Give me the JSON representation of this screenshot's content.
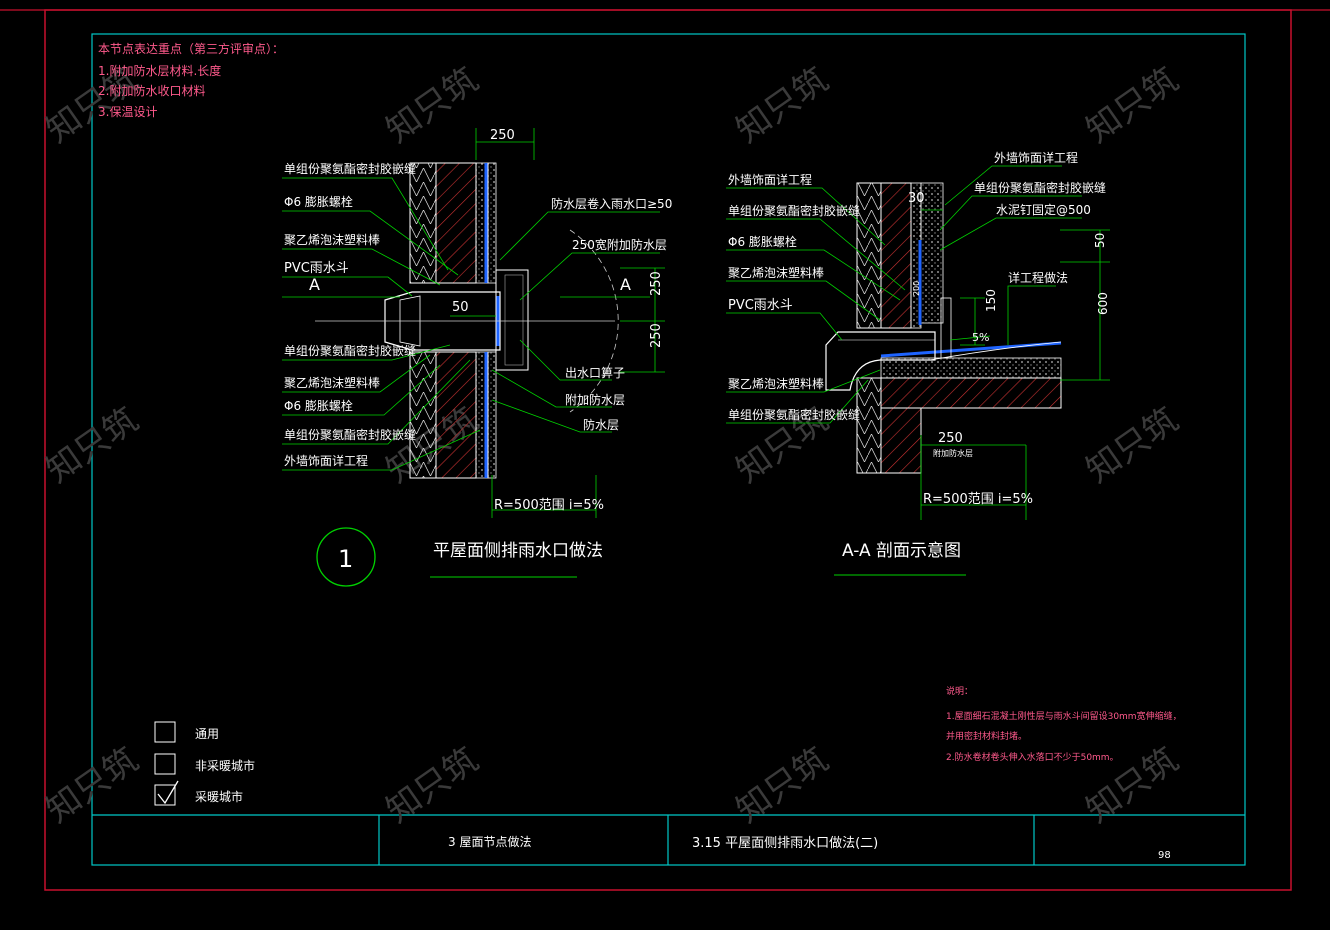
{
  "review_notes": {
    "heading": "本节点表达重点（第三方评审点）：",
    "items": [
      "1.附加防水层材料.长度",
      "2.附加防水收口材料",
      "3.保温设计"
    ]
  },
  "detail_left": {
    "labels_left": [
      "单组份聚氨酯密封胶嵌缝",
      "Φ6 膨胀螺栓",
      "聚乙烯泡沫塑料棒",
      "PVC雨水斗",
      "单组份聚氨酯密封胶嵌缝",
      "聚乙烯泡沫塑料棒",
      "Φ6 膨胀螺栓",
      "单组份聚氨酯密封胶嵌缝",
      "外墙饰面详工程"
    ],
    "labels_right": [
      "防水层卷入雨水口≥50",
      "250宽附加防水层",
      "出水口箅子",
      "附加防水层",
      "防水层"
    ],
    "dim_top": "250",
    "dim_inner": "50",
    "dim_right_a": "250",
    "dim_right_b": "250",
    "section_mark": "A",
    "bottom_note": "R=500范围 i=5%"
  },
  "detail_right": {
    "labels_left": [
      "外墙饰面详工程",
      "单组份聚氨酯密封胶嵌缝",
      "Φ6 膨胀螺栓",
      "聚乙烯泡沫塑料棒",
      "PVC雨水斗",
      "聚乙烯泡沫塑料棒",
      "单组份聚氨酯密封胶嵌缝"
    ],
    "labels_right": [
      "外墙饰面详工程",
      "单组份聚氨酯密封胶嵌缝",
      "水泥钉固定@500",
      "详工程做法"
    ],
    "dim_30": "30",
    "dim_150": "150",
    "dim_50": "50",
    "dim_600": "600",
    "dim_200": "200",
    "slope": "5%",
    "dim_250": "250",
    "small_label": "附加防水层",
    "bottom_note": "R=500范围 i=5%"
  },
  "titles": {
    "detail_number": "1",
    "detail_left": "平屋面侧排雨水口做法",
    "detail_right": "A-A  剖面示意图"
  },
  "legend": [
    {
      "label": "通用",
      "checked": false
    },
    {
      "label": "非采暖城市",
      "checked": false
    },
    {
      "label": "采暖城市",
      "checked": true
    }
  ],
  "notes": {
    "heading": "说明：",
    "items": [
      "1.屋面细石混凝土刚性层与雨水斗间留设30mm宽伸缩缝，",
      "   并用密封材料封堵。",
      "2.防水卷材卷头伸入水落口不少于50mm。"
    ]
  },
  "title_block": {
    "chapter": "3  屋面节点做法",
    "section": "3.15  平屋面侧排雨水口做法(二)",
    "page": "98"
  },
  "watermark": "知只筑",
  "colors": {
    "frame_red": "#c8102e",
    "frame_cyan": "#00c8c8",
    "line_green": "#00d200",
    "text_white": "#ffffff",
    "note_pink": "#ff5a8c",
    "waterproof_blue": "#1e64ff",
    "hatch_red": "#c83232"
  }
}
